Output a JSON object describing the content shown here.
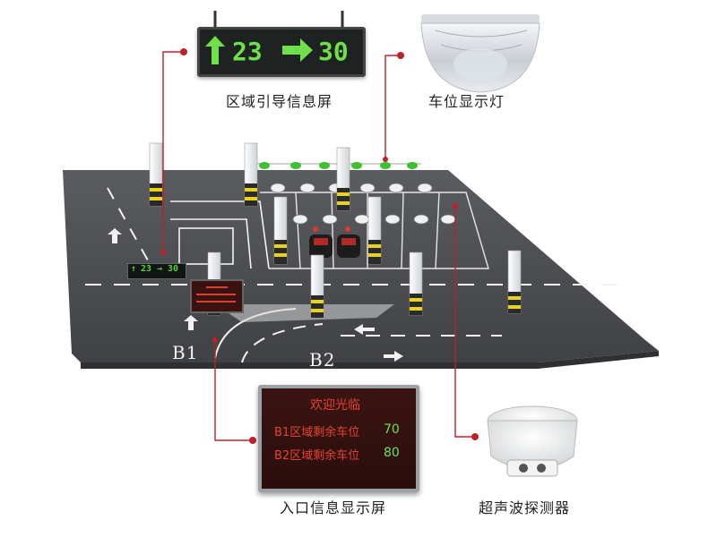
{
  "labels": {
    "zone_guide_screen": "区域引导信息屏",
    "space_indicator_light": "车位显示灯",
    "entrance_info_screen": "入口信息显示屏",
    "ultrasonic_detector": "超声波探测器"
  },
  "guide_sign": {
    "left_number": "23",
    "right_number": "30",
    "left_arrow": "up-arrow-icon",
    "right_arrow": "right-arrow-icon"
  },
  "small_guide_sign": {
    "left_number": "23",
    "right_number": "30"
  },
  "entry_board": {
    "title": "欢迎光临",
    "rows": [
      {
        "label": "B1区域剩余车位",
        "value": "70"
      },
      {
        "label": "B2区域剩余车位",
        "value": "80"
      }
    ]
  },
  "floor_labels": {
    "b1": "B1",
    "b2": "B2"
  },
  "colors": {
    "led_green": "#6fe04a",
    "led_red": "#e03a2a",
    "floor": "#4d4f52",
    "callout": "#c0202a"
  }
}
